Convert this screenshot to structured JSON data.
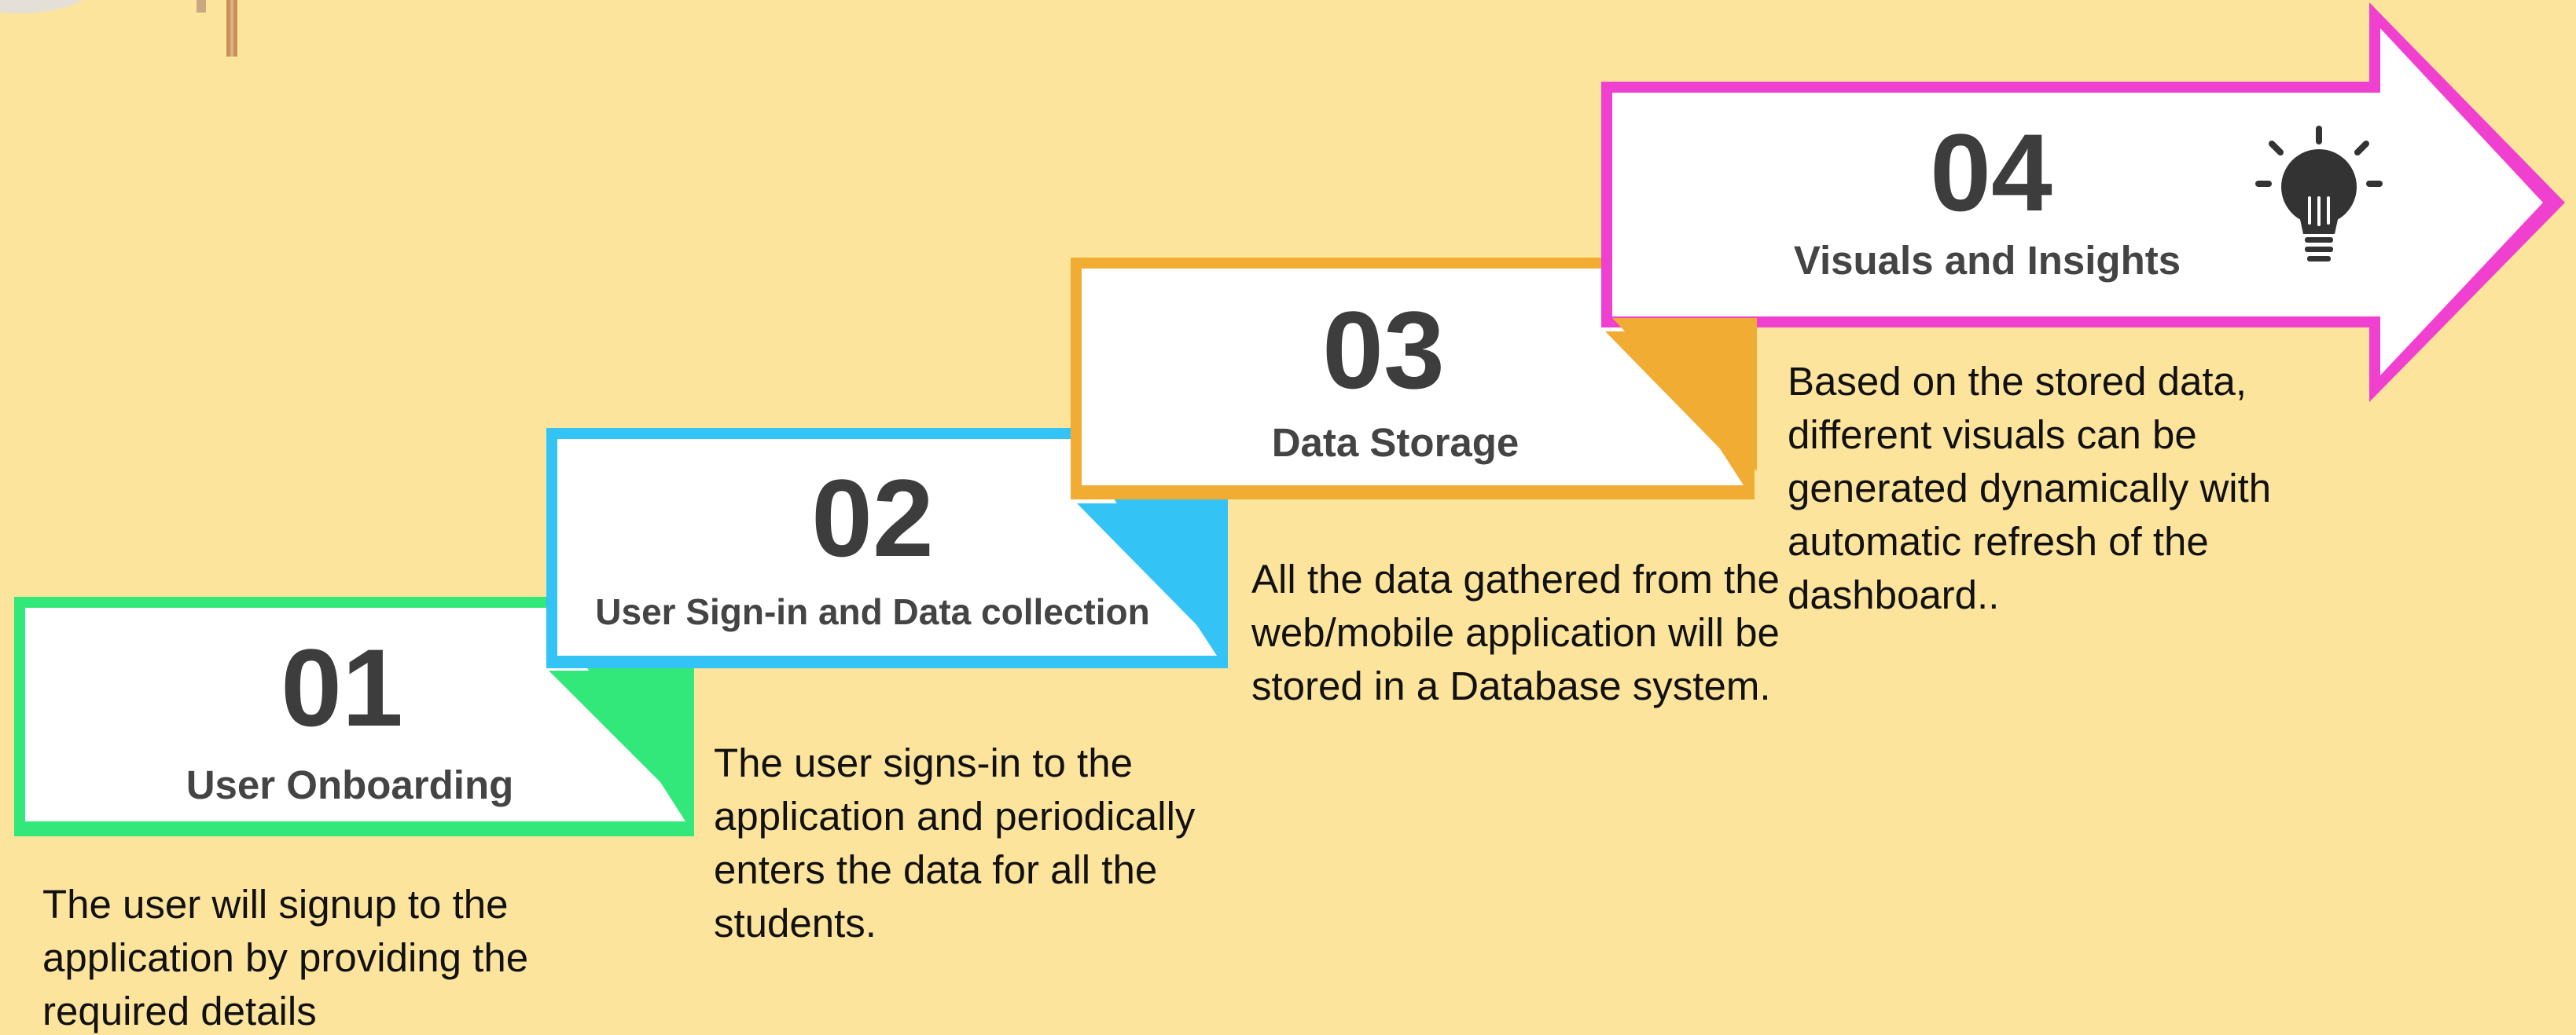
{
  "steps": [
    {
      "number": "01",
      "title": "User Onboarding",
      "description": "The user will signup to the application by providing the required details",
      "accent_color": "#33e87a"
    },
    {
      "number": "02",
      "title": "User Sign-in and Data collection",
      "description": "The user signs-in to the application and periodically enters the data for all the students.",
      "accent_color": "#33c4f5"
    },
    {
      "number": "03",
      "title": "Data Storage",
      "description": "All the data gathered from the web/mobile application will be stored in a Database system.",
      "accent_color": "#f0ac33"
    },
    {
      "number": "04",
      "title": "Visuals and Insights",
      "description": "Based on the stored data, different visuals can be generated dynamically with automatic refresh of the dashboard..",
      "accent_color": "#f040d0",
      "icon": "lightbulb-icon"
    }
  ],
  "colors": {
    "background": "#fde49c",
    "card_fill": "#ffffff",
    "number_text": "#3d3d3d"
  }
}
